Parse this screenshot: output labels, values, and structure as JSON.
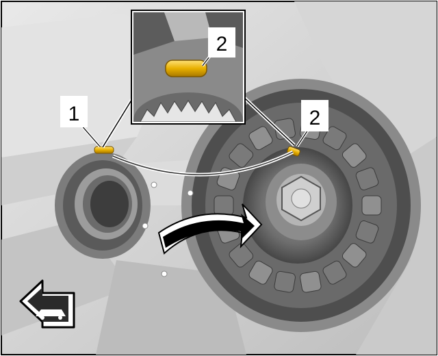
{
  "figure": {
    "callouts": [
      {
        "id": "callout-1",
        "text": "1"
      },
      {
        "id": "callout-2-inset",
        "text": "2"
      },
      {
        "id": "callout-2",
        "text": "2"
      }
    ],
    "colors": {
      "marking_gold": "#e8b000",
      "frame_border": "#000000",
      "metal_light": "#d8d8d8",
      "metal_mid": "#a9a9a9",
      "metal_dark": "#4a4a4a"
    },
    "icons": [
      "rotation-arrow-icon",
      "vehicle-front-direction-icon"
    ]
  }
}
